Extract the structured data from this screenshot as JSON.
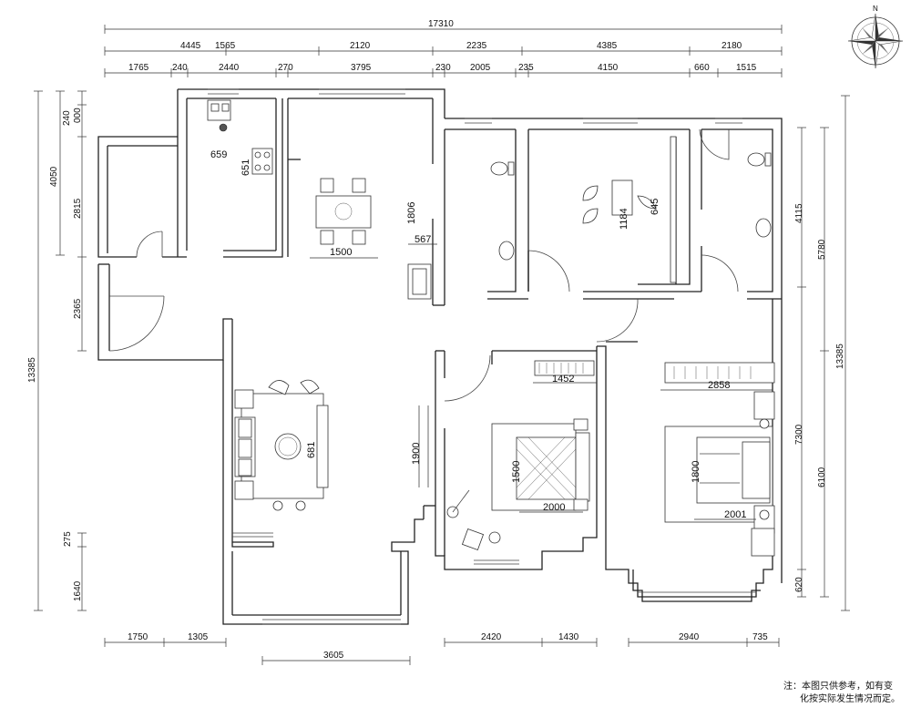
{
  "compass": {
    "north_label": "N"
  },
  "dims": {
    "total": "17310",
    "top_row1": [
      "4445",
      "1565",
      "2120",
      "2235",
      "4385",
      "2180"
    ],
    "top_row2": [
      "1765",
      "240",
      "2440",
      "270",
      "3795",
      "230",
      "2005",
      "235",
      "4150",
      "660",
      "1515"
    ],
    "left_total": "13385",
    "left_parts": [
      "240",
      "000",
      "4050",
      "2815",
      "2365",
      "275",
      "1640"
    ],
    "right_total": "13385",
    "right_parts": [
      "4115",
      "5780",
      "7300",
      "6100",
      "620"
    ],
    "bottom": [
      "1750",
      "1305",
      "3605",
      "2420",
      "1430",
      "2940",
      "735"
    ],
    "inner": [
      "659",
      "651",
      "1500",
      "1806",
      "567",
      "1184",
      "645",
      "1452",
      "2858",
      "1900",
      "681",
      "1500",
      "2000",
      "1800",
      "2001"
    ]
  },
  "note": {
    "line1": "注：本图只供参考，如有变",
    "line2": "化按实际发生情况而定。"
  }
}
